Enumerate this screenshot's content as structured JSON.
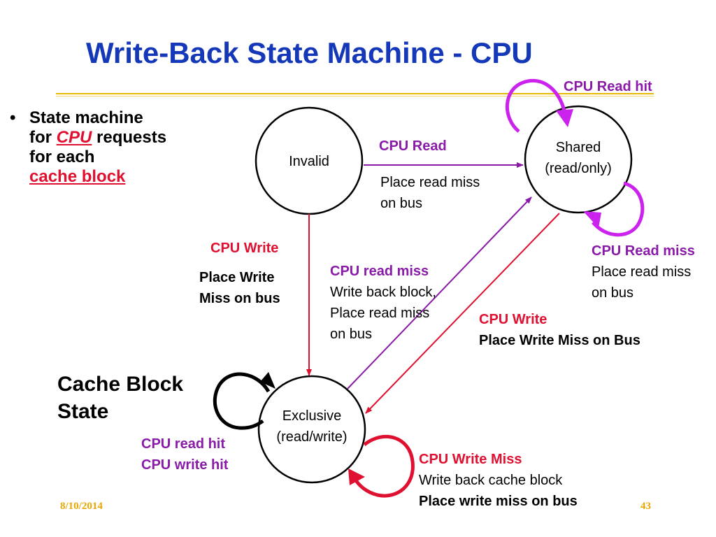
{
  "title": "Write-Back State Machine - CPU",
  "bullet": {
    "marker": "•",
    "line1": "State machine",
    "for_prefix": "for ",
    "cpu": "CPU",
    "requests": " requests",
    "line3": "for each",
    "cache_block": "cache block"
  },
  "states": {
    "invalid": "Invalid",
    "shared_line1": "Shared",
    "shared_line2": "(read/only)",
    "exclusive_line1": "Exclusive",
    "exclusive_line2": "(read/write)"
  },
  "transitions": {
    "cpu_read_hit": "CPU Read hit",
    "cpu_read": "CPU Read",
    "place_read_miss_1": "Place read miss",
    "place_read_miss_2": "on bus",
    "shared_miss_title": "CPU Read miss",
    "shared_miss_1": "Place read miss",
    "shared_miss_2": "on bus",
    "cpu_write": "CPU Write",
    "place_write_1": "Place Write",
    "place_write_2": "Miss on bus",
    "excl_read_miss_title": "CPU read miss",
    "excl_read_miss_1": "Write back block,",
    "excl_read_miss_2": "Place read miss",
    "excl_read_miss_3": "on bus",
    "shared_write_title": "CPU Write",
    "shared_write_1": "Place Write Miss on Bus",
    "excl_hit_1": "CPU read hit",
    "excl_hit_2": "CPU write hit",
    "write_miss_title": "CPU Write Miss",
    "write_miss_1": "Write back cache block",
    "write_miss_2": "Place write miss on bus"
  },
  "cache_block_state_1": "Cache Block",
  "cache_block_state_2": "State",
  "footer": {
    "date": "8/10/2014",
    "page": "43"
  },
  "colors": {
    "title": "#1438b8",
    "purple": "#8a1aa8",
    "red": "#e01030",
    "magenta": "#cc22ee",
    "rule": "#e6b800"
  }
}
